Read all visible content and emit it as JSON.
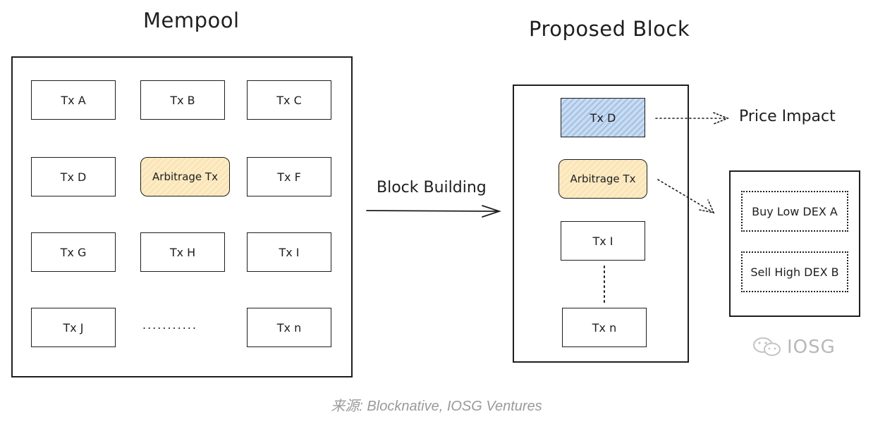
{
  "titles": {
    "mempool": "Mempool",
    "proposed_block": "Proposed Block"
  },
  "mempool": {
    "tx_a": "Tx A",
    "tx_b": "Tx B",
    "tx_c": "Tx C",
    "tx_d": "Tx D",
    "arbitrage": "Arbitrage Tx",
    "tx_f": "Tx F",
    "tx_g": "Tx G",
    "tx_h": "Tx H",
    "tx_i": "Tx I",
    "tx_j": "Tx J",
    "ellipsis": "...........",
    "tx_n": "Tx n"
  },
  "block_building_label": "Block Building",
  "proposed_block": {
    "tx_d": "Tx D",
    "arbitrage": "Arbitrage Tx",
    "tx_i": "Tx I",
    "tx_n": "Tx n"
  },
  "price_impact_label": "Price Impact",
  "arbitrage_detail": {
    "buy": "Buy Low DEX A",
    "sell": "Sell High DEX B"
  },
  "watermark": "IOSG",
  "caption": "来源: Blocknative, IOSG Ventures",
  "colors": {
    "arbitrage_fill": "#fbe5b6",
    "tx_d_fill": "#c8dcf2",
    "stroke": "#1e1e1e",
    "caption": "#9a9a9a"
  }
}
